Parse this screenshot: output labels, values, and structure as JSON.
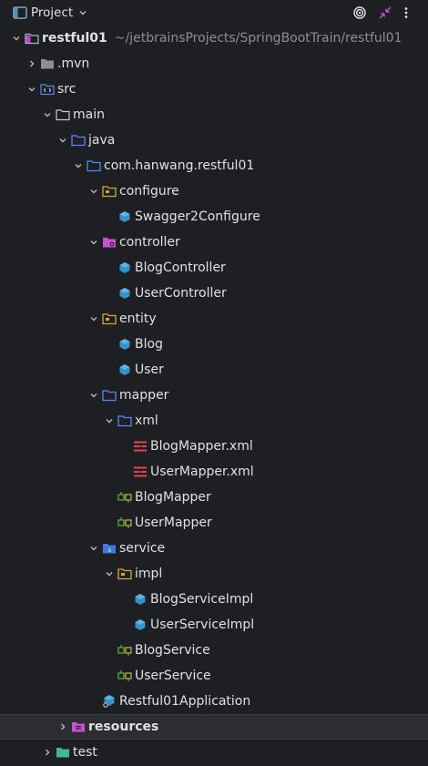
{
  "header": {
    "title": "Project"
  },
  "colors": {
    "background": "#1e1f22",
    "text": "#dfe1e5",
    "muted": "#8c8f95",
    "folder_blue": "#548af7",
    "class_blue": "#3592c4",
    "resources_magenta": "#c94fd4",
    "test_green": "#40b6a0",
    "xml_red": "#e0434c",
    "mapper_green": "#62b543"
  },
  "tree": {
    "project_path": "~/jetbrainsProjects/SpringBootTrain/restful01",
    "rows": [
      {
        "label": "restful01",
        "level": 0,
        "arrow": "down",
        "icon": "module-folder-icon",
        "bold": true
      },
      {
        "label": ".mvn",
        "level": 1,
        "arrow": "right",
        "icon": "folder-gray-icon"
      },
      {
        "label": "src",
        "level": 1,
        "arrow": "down",
        "icon": "source-folder-icon"
      },
      {
        "label": "main",
        "level": 2,
        "arrow": "down",
        "icon": "folder-outline-icon"
      },
      {
        "label": "java",
        "level": 3,
        "arrow": "down",
        "icon": "source-root-folder-icon"
      },
      {
        "label": "com.hanwang.restful01",
        "level": 4,
        "arrow": "down",
        "icon": "package-folder-icon"
      },
      {
        "label": "configure",
        "level": 5,
        "arrow": "down",
        "icon": "folder-yellow-icon"
      },
      {
        "label": "Swagger2Configure",
        "level": 6,
        "arrow": "none",
        "icon": "class-icon"
      },
      {
        "label": "controller",
        "level": 5,
        "arrow": "down",
        "icon": "controller-folder-icon"
      },
      {
        "label": "BlogController",
        "level": 6,
        "arrow": "none",
        "icon": "class-icon"
      },
      {
        "label": "UserController",
        "level": 6,
        "arrow": "none",
        "icon": "class-icon"
      },
      {
        "label": "entity",
        "level": 5,
        "arrow": "down",
        "icon": "folder-yellow-icon"
      },
      {
        "label": "Blog",
        "level": 6,
        "arrow": "none",
        "icon": "class-icon"
      },
      {
        "label": "User",
        "level": 6,
        "arrow": "none",
        "icon": "class-icon"
      },
      {
        "label": "mapper",
        "level": 5,
        "arrow": "down",
        "icon": "folder-blue-icon"
      },
      {
        "label": "xml",
        "level": 6,
        "arrow": "down",
        "icon": "folder-blue-icon"
      },
      {
        "label": "BlogMapper.xml",
        "level": 7,
        "arrow": "none",
        "icon": "xml-file-icon"
      },
      {
        "label": "UserMapper.xml",
        "level": 7,
        "arrow": "none",
        "icon": "xml-file-icon"
      },
      {
        "label": "BlogMapper",
        "level": 6,
        "arrow": "none",
        "icon": "mapper-interface-icon"
      },
      {
        "label": "UserMapper",
        "level": 6,
        "arrow": "none",
        "icon": "mapper-interface-icon"
      },
      {
        "label": "service",
        "level": 5,
        "arrow": "down",
        "icon": "service-folder-icon"
      },
      {
        "label": "impl",
        "level": 6,
        "arrow": "down",
        "icon": "folder-yellow-icon"
      },
      {
        "label": "BlogServiceImpl",
        "level": 7,
        "arrow": "none",
        "icon": "class-icon"
      },
      {
        "label": "UserServiceImpl",
        "level": 7,
        "arrow": "none",
        "icon": "class-icon"
      },
      {
        "label": "BlogService",
        "level": 6,
        "arrow": "none",
        "icon": "mapper-interface-icon"
      },
      {
        "label": "UserService",
        "level": 6,
        "arrow": "none",
        "icon": "mapper-interface-icon"
      },
      {
        "label": "Restful01Application",
        "level": 5,
        "arrow": "none",
        "icon": "spring-app-class-icon"
      },
      {
        "label": "resources",
        "level": 3,
        "arrow": "right",
        "icon": "resources-folder-icon",
        "bold": true,
        "selected": true
      },
      {
        "label": "test",
        "level": 2,
        "arrow": "right",
        "icon": "test-folder-icon"
      }
    ]
  }
}
